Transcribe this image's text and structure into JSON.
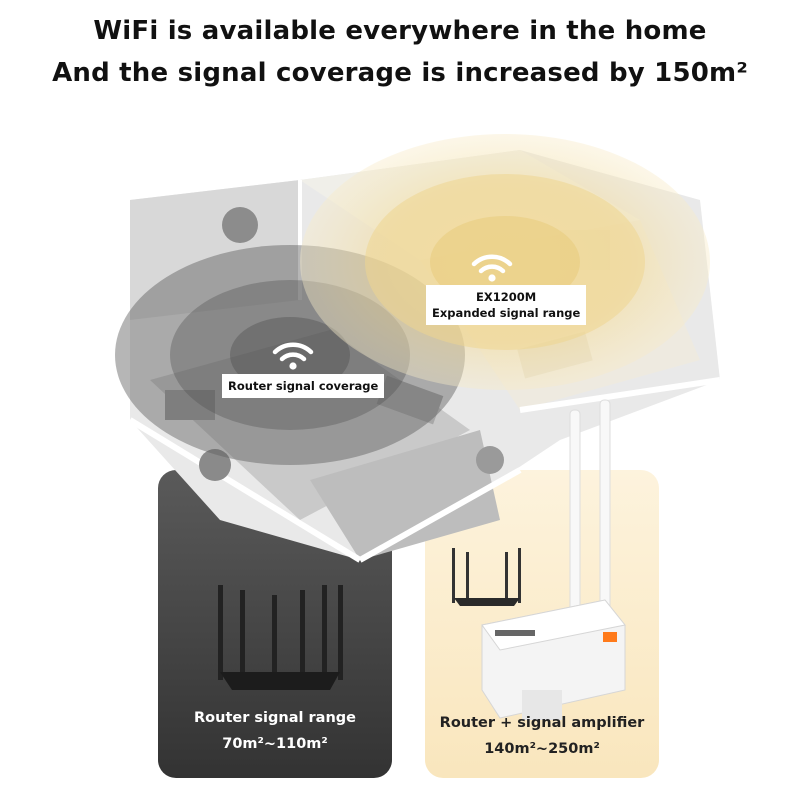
{
  "headline": {
    "line1": "WiFi is available everywhere in the home",
    "line2": "And the signal coverage is increased by 150m²"
  },
  "router_coverage": {
    "label": "Router signal coverage",
    "icon": "wifi-icon"
  },
  "extender_coverage": {
    "model": "EX1200M",
    "label": "Expanded signal range",
    "icon": "wifi-icon"
  },
  "cards": {
    "router": {
      "title": "Router signal range",
      "range": "70m²~110m²"
    },
    "combo": {
      "title": "Router + signal amplifier",
      "range": "140m²~250m²"
    }
  },
  "colors": {
    "dark_card": "#3b3b3b",
    "light_card": "#fbeccb",
    "gold_coverage": "#f3dc9c",
    "grey_coverage": "#6b6b6b"
  }
}
